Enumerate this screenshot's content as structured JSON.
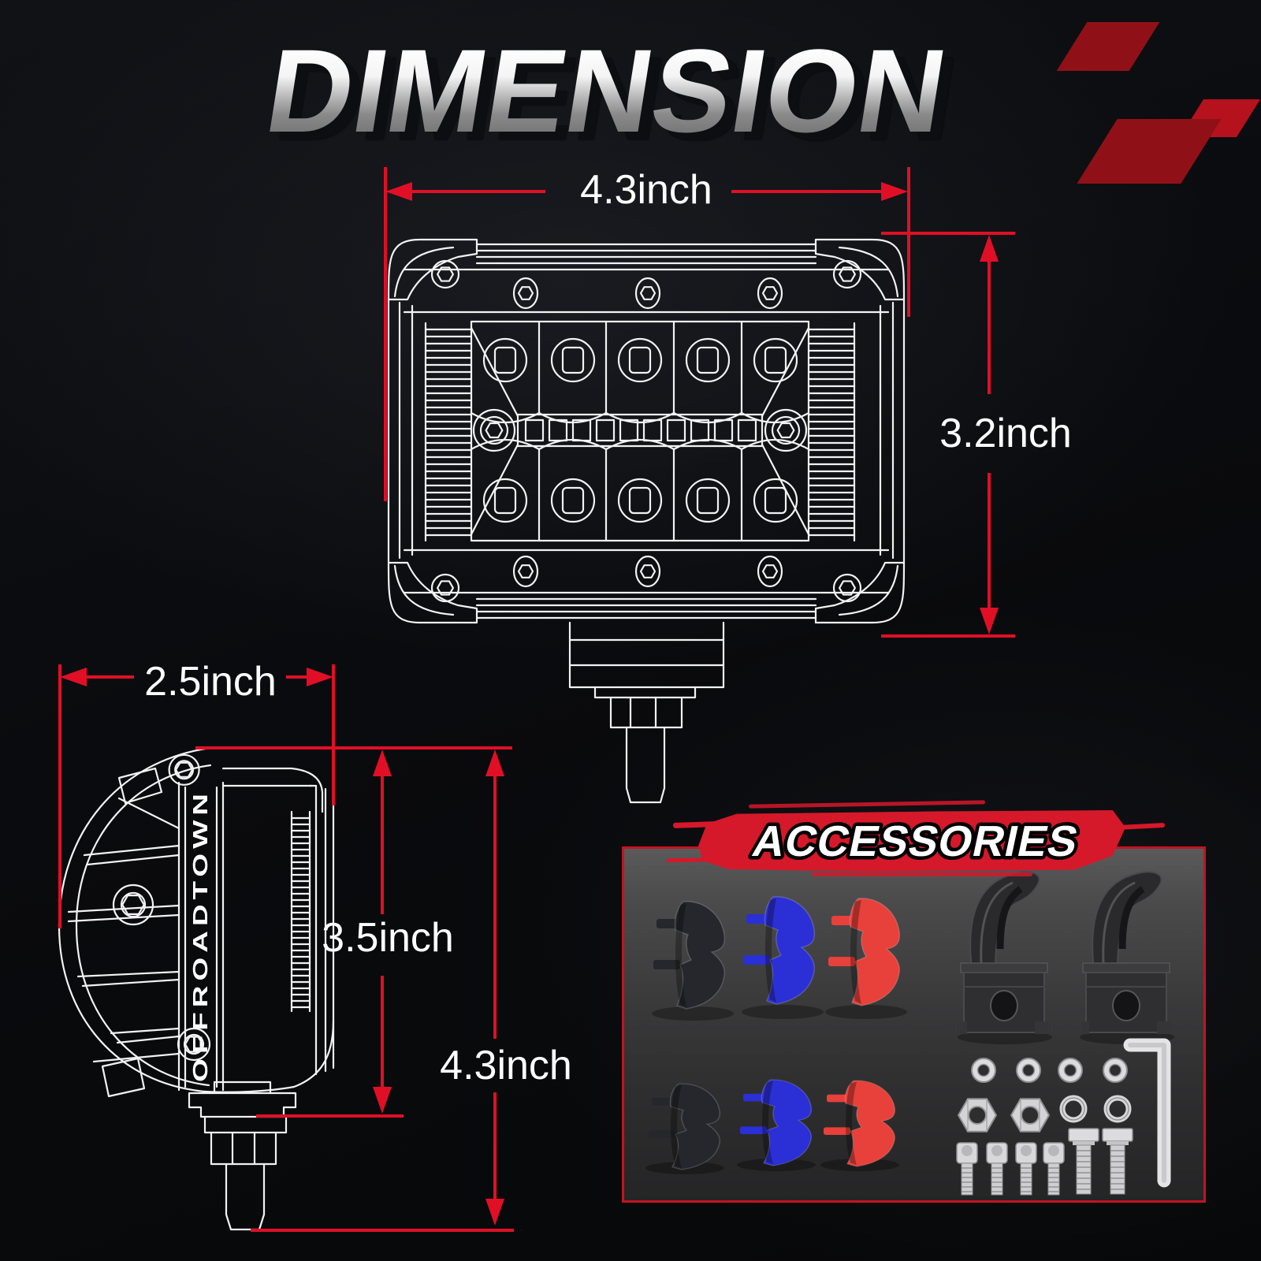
{
  "title": "DIMENSION",
  "colors": {
    "background": "#0a0b0e",
    "dimension_red": "#e00f26",
    "wireframe_white": "#f2f2f2",
    "flag_dark_red": "#8f1117",
    "flag_bright_red": "#b5121d",
    "banner_red": "#d6182b",
    "panel_border_red": "#c41320",
    "title_chrome_top": "#ffffff",
    "title_chrome_bottom": "#707070"
  },
  "front_view": {
    "name": "LED pod light front wireframe",
    "width_label": "4.3inch",
    "height_label": "3.2inch"
  },
  "side_view": {
    "name": "LED pod light side wireframe",
    "brand": "OFFROADTOWN",
    "depth_label": "2.5inch",
    "body_height_label": "3.5inch",
    "total_height_label": "4.3inch"
  },
  "accessories": {
    "title": "ACCESSORIES",
    "cover_colors": [
      {
        "name": "black-cover",
        "hex": "#26272d"
      },
      {
        "name": "blue-cover",
        "hex": "#2b2fd6"
      },
      {
        "name": "red-cover",
        "hex": "#e8403a"
      }
    ],
    "hardware": [
      "protective-cover-black x2",
      "protective-cover-blue x2",
      "protective-cover-red x2",
      "mounting-bracket x2",
      "flat-washer x4",
      "hex-nut x2",
      "lock-washer x2",
      "socket-head-bolt x4",
      "hex-head-bolt x2",
      "allen-wrench x1"
    ]
  }
}
